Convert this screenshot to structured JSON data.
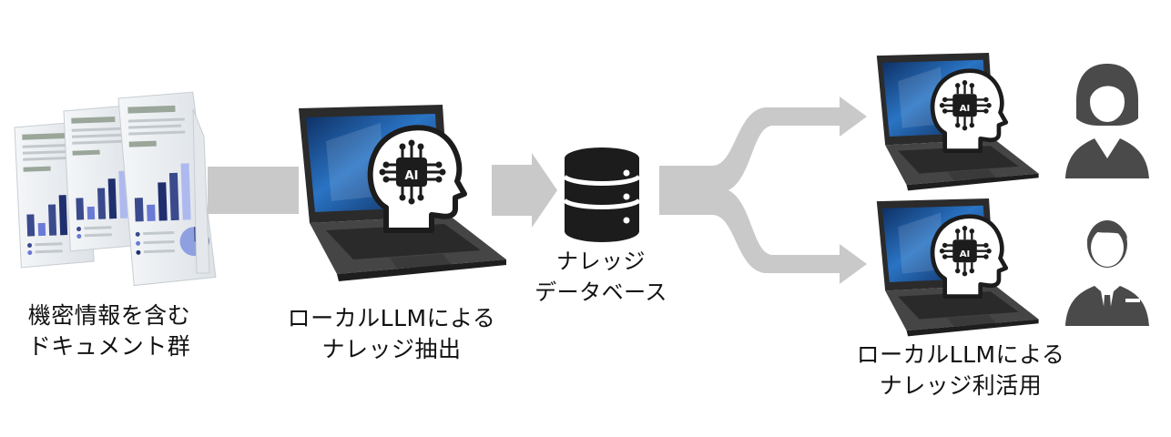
{
  "labels": {
    "documents": [
      "機密情報を含む",
      "ドキュメント群"
    ],
    "extraction": [
      "ローカルLLMによる",
      "ナレッジ抽出"
    ],
    "database": [
      "ナレッジ",
      "データベース"
    ],
    "utilization": [
      "ローカルLLMによる",
      "ナレッジ利活用"
    ]
  },
  "ai_badge": "AI",
  "colors": {
    "arrow": "#c9c9c9",
    "icon_dark": "#1c1c1c",
    "person": "#4a4a4a",
    "laptop_body": "#3a3a3a",
    "screen_blue": "#1f5fa8"
  },
  "icons": [
    "document-stack-icon",
    "laptop-ai-icon",
    "database-icon",
    "person-female-icon",
    "person-male-icon"
  ]
}
